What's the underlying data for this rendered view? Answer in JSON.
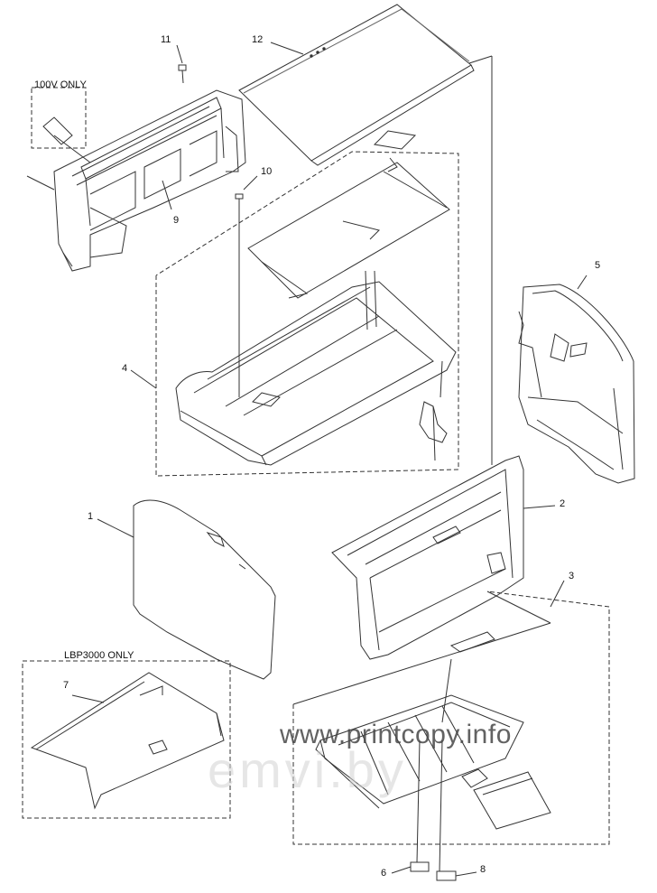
{
  "diagram": {
    "part_labels": [
      "1",
      "2",
      "3",
      "4",
      "5",
      "6",
      "7",
      "8",
      "9",
      "10",
      "11",
      "12"
    ],
    "group_notes": {
      "voltage_note": "100V ONLY",
      "model_note": "LBP3000 ONLY"
    },
    "watermarks": {
      "primary": "www.printcopy.info",
      "secondary": "emvi.by"
    },
    "colors": {
      "line": "#333333",
      "background": "#ffffff"
    }
  }
}
